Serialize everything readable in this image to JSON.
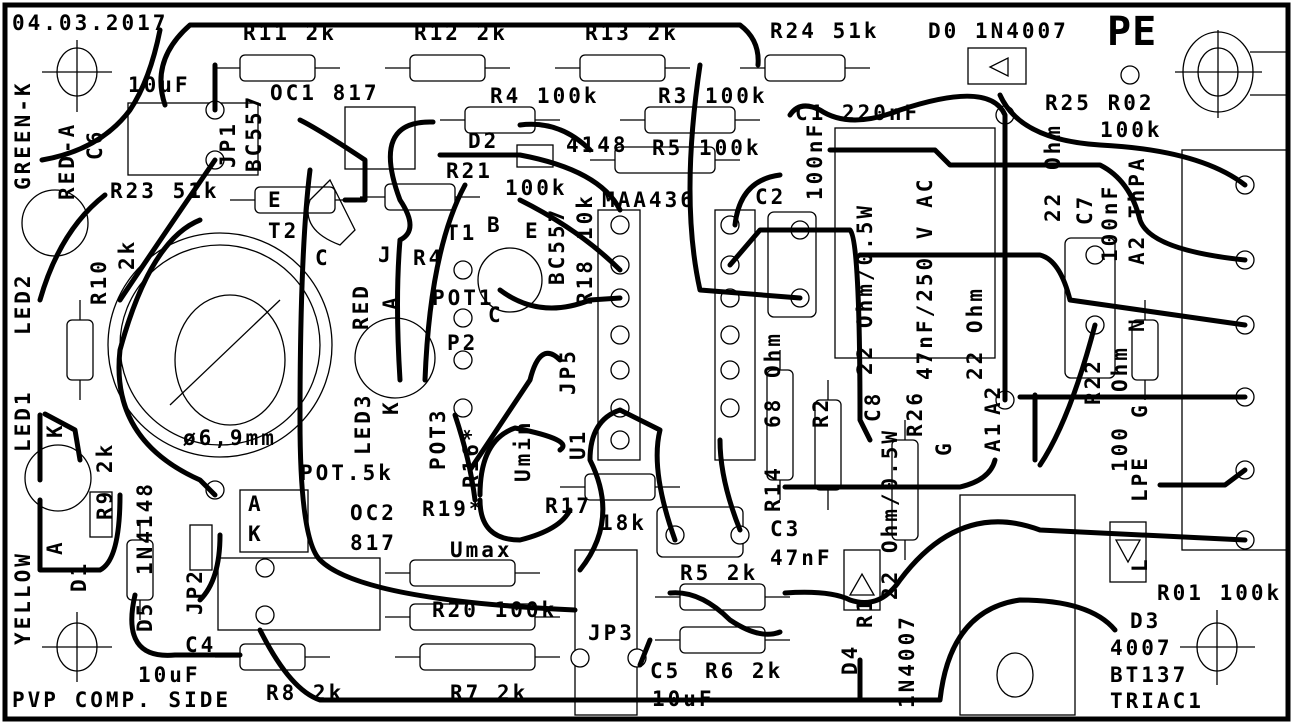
{
  "board": {
    "date": "04.03.2017",
    "side": "PVP COMP. SIDE",
    "pe": "PE",
    "pot_diameter": "ø6,9mm"
  },
  "labels": {
    "r11": "R11 2k",
    "r12": "R12 2k",
    "r13": "R13 2k",
    "r24": "R24 51k",
    "d0": "D0 1N4007",
    "c6_val": "10uF",
    "oc1": "OC1 817",
    "r4": "R4 100k",
    "r3": "R3 100k",
    "c1": "C1 220nF",
    "r25_r02": "R25 R02",
    "r02_val": "100k",
    "d2": "D2",
    "d2_val": "4148",
    "r5_top": "R5 100k",
    "r21": "R21",
    "r21_val": "100k",
    "r23": "R23 51k",
    "t2_e": "E",
    "t2": "T2",
    "maa": "MAA436",
    "c2": "C2",
    "t1": "T1",
    "t1_b": "B",
    "t1_e": "E",
    "t2_c": "C",
    "j": "J",
    "r4b": "R4",
    "pot1": "POT1",
    "t1_c": "C",
    "p2": "P2",
    "pot5k": "POT.5k",
    "oc2": "OC2",
    "oc2_val": "817",
    "oc2_a": "A",
    "oc2_k": "K",
    "r19": "R19*",
    "r17": "R17",
    "r17_val": "18k",
    "umax": "Umax",
    "r20": "R20 100k",
    "jp3": "JP3",
    "c4": "C4",
    "c4_val": "10uF",
    "r8": "R8 2k",
    "r7": "R7 2k",
    "r5_bot": "R5 2k",
    "c3": "C3",
    "c3_val": "47nF",
    "c5": "C5",
    "c5_val": "10uF",
    "r6": "R6 2k",
    "r01": "R01 100k",
    "d3": "D3",
    "d3_val": "4007",
    "bt137": "BT137",
    "triac1": "TRIAC1",
    "a2": "A2",
    "a1": "A1",
    "green_k": "GREEN-K",
    "red_a": "RED-A",
    "c6": "C6",
    "jp1": "JP1",
    "bc557_t2": "BC557",
    "r10": "R10",
    "r10_val": "2k",
    "led2": "LED2",
    "led1": "LED1",
    "yellow": "YELLOW",
    "led1_k": "K",
    "d1_a": "A",
    "d1": "D1",
    "r9": "R9 2k",
    "d5_val": "1N4148",
    "d5": "D5",
    "jp2": "JP2",
    "red": "RED",
    "led3_a": "A",
    "led3_k": "K",
    "led3": "LED3",
    "pot3": "POT3",
    "r16": "R16*",
    "umin": "Umin",
    "u1": "U1",
    "jp5": "JP5",
    "r18": "R18",
    "r18_val": "10k",
    "bc557_t1": "BC557",
    "c7_cap": "100nF",
    "r_ohm05": "22 Ohm/0.5W",
    "c_x": "47nF/250 V AC",
    "r_22ohm": "22 Ohm",
    "r25_ohm": "Ohm",
    "r25_22": "22",
    "c7": "C7",
    "c7_val": "100nF",
    "a2_thpa": "A2 ThPA",
    "n": "N",
    "r14_ohm": "Ohm",
    "r14_68": "68",
    "r14": "R14",
    "r2": "R2",
    "c8": "C8",
    "r26": "R26",
    "g_triac": "G",
    "r1_val": "22 Ohm/0.5W",
    "r1": "R1",
    "r22": "R22",
    "r22_ohm": "Ohm",
    "r22_100": "100",
    "term_g": "G",
    "term_lpe": "LPE",
    "term_l": "L",
    "d4": "D4",
    "d4_val": "1N4007"
  }
}
